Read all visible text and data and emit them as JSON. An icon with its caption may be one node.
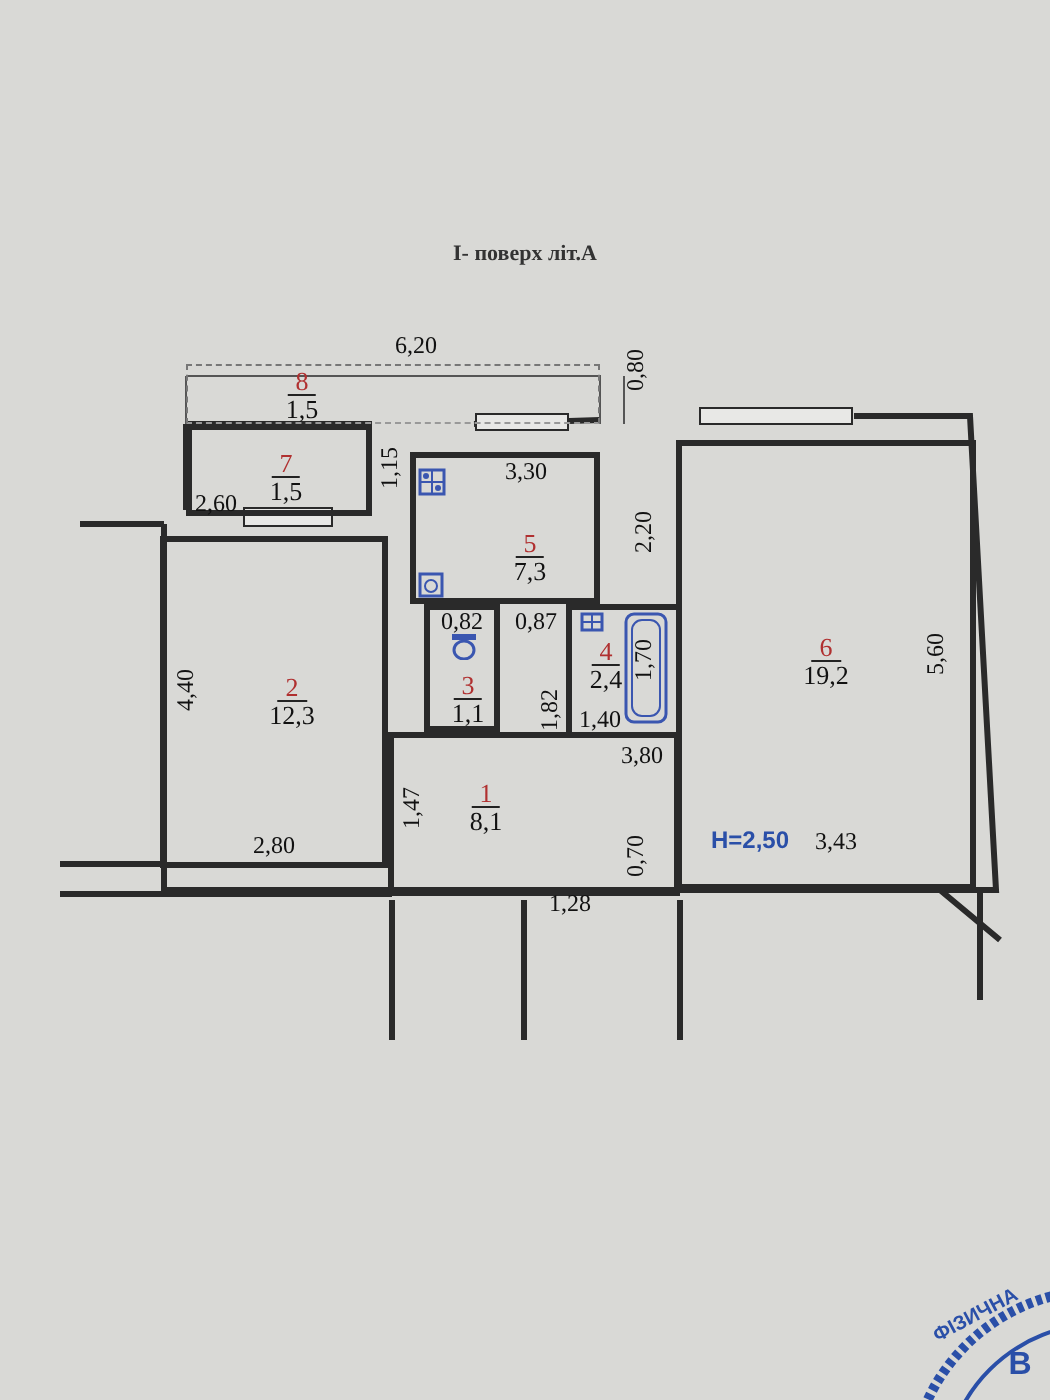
{
  "diagram": {
    "title": "І- поверх літ.А",
    "nodes": [
      {
        "text": [
          "8",
          "1,5"
        ]
      },
      {
        "text": [
          "7",
          "1,5"
        ]
      },
      {
        "text": [
          "5",
          "7,3"
        ]
      },
      {
        "text": [
          "6",
          "19,2"
        ]
      },
      {
        "text": [
          "2",
          "12,3"
        ]
      },
      {
        "text": [
          "3",
          "1,1"
        ]
      },
      {
        "text": [
          "4",
          "2,4"
        ]
      },
      {
        "text": [
          "1",
          "8,1"
        ]
      }
    ],
    "labels": [
      "6,20",
      "0,80",
      "1,15",
      "3,30",
      "2,60",
      "2,20",
      "4,40",
      "0,82",
      "0,87",
      "1,82",
      "1,70",
      "1,40",
      "5,60",
      "3,80",
      "1,47",
      "2,80",
      "H=2,50",
      "3,43",
      "1,28",
      "0,70",
      "ФІЗИЧНА",
      "В"
    ]
  }
}
